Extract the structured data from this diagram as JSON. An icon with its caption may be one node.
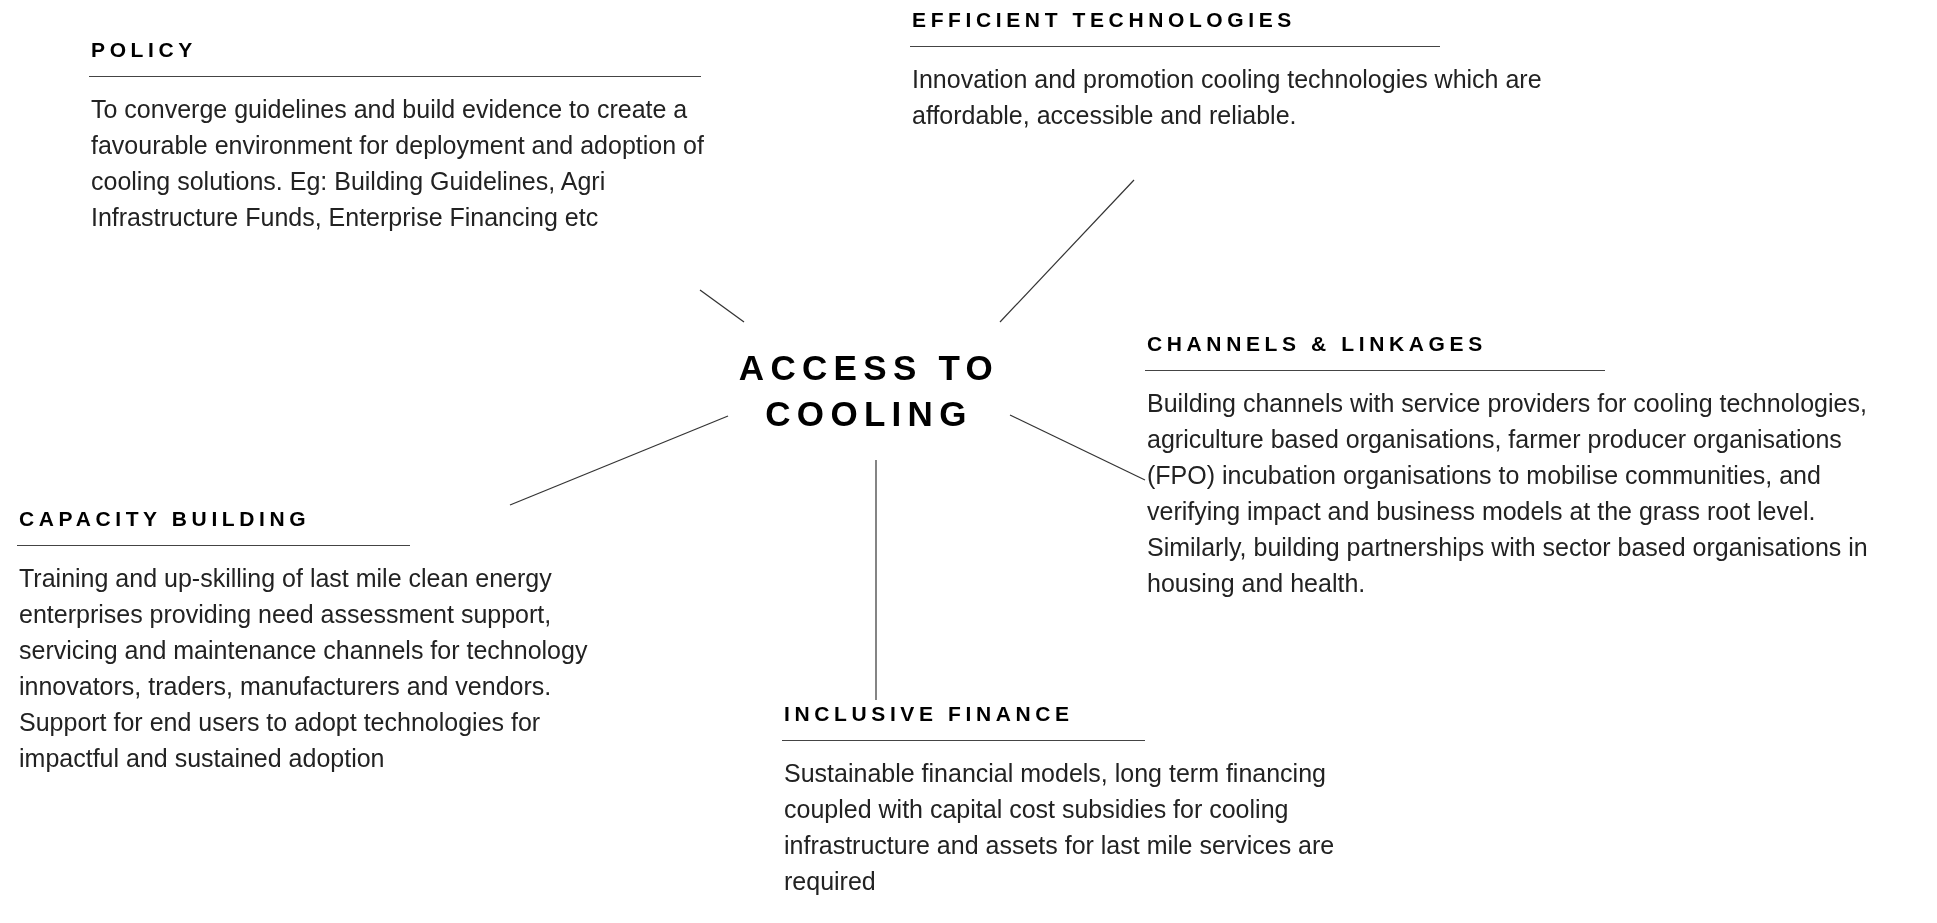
{
  "diagram": {
    "nodes": [
      {
        "text": [
          "ACCESS TO COOLING"
        ]
      },
      {
        "text": [
          "POLICY",
          "To converge guidelines and build evidence to create a favourable environment for deployment and adoption of cooling solutions. Eg: Building Guidelines, Agri Infrastructure Funds, Enterprise Financing etc"
        ]
      },
      {
        "text": [
          "EFFICIENT TECHNOLOGIES",
          "Innovation and promotion cooling technologies which are affordable, accessible and reliable."
        ]
      },
      {
        "text": [
          "CHANNELS & LINKAGES",
          "Building channels with service providers for cooling technologies, agriculture based organisations, farmer producer organisations (FPO) incubation organisations to mobilise communities, and verifying impact and business models at the grass root level. Similarly, building partnerships with sector based organisations in housing and health."
        ]
      },
      {
        "text": [
          "CAPACITY BUILDING",
          "Training and up-skilling of last mile clean energy enterprises providing need assessment support, servicing and maintenance channels for technology innovators, traders, manufacturers and vendors.",
          "Support for end users to adopt technologies for impactful and sustained adoption"
        ]
      },
      {
        "text": [
          "INCLUSIVE FINANCE",
          "Sustainable financial models, long term financing coupled with capital cost subsidies for cooling infrastructure and assets for last mile services are required"
        ]
      }
    ],
    "edges": [
      {
        "from": 0,
        "to": 1,
        "arrow": "none"
      },
      {
        "from": 0,
        "to": 2,
        "arrow": "none"
      },
      {
        "from": 0,
        "to": 3,
        "arrow": "none"
      },
      {
        "from": 0,
        "to": 4,
        "arrow": "none"
      },
      {
        "from": 0,
        "to": 5,
        "arrow": "none"
      }
    ]
  }
}
